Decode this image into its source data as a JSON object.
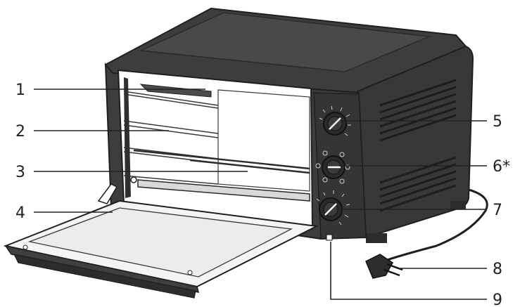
{
  "callouts": [
    {
      "id": "1",
      "label": "1"
    },
    {
      "id": "2",
      "label": "2"
    },
    {
      "id": "3",
      "label": "3"
    },
    {
      "id": "4",
      "label": "4"
    },
    {
      "id": "5",
      "label": "5"
    },
    {
      "id": "6",
      "label": "6*"
    },
    {
      "id": "7",
      "label": "7"
    },
    {
      "id": "8",
      "label": "8"
    },
    {
      "id": "9",
      "label": "9"
    }
  ],
  "colors": {
    "body": "#3c3d3f",
    "body_dark": "#2b2c2e",
    "top_panel": "#454648",
    "interior": "#ffffff",
    "outline": "#1f1f20",
    "door": "#f2f2f2",
    "door_shadow": "#4a4a4c"
  },
  "icons": [
    "oven-illustration",
    "temperature-knob-icon",
    "function-knob-icon",
    "timer-knob-icon",
    "power-plug-icon",
    "indicator-light-icon"
  ]
}
